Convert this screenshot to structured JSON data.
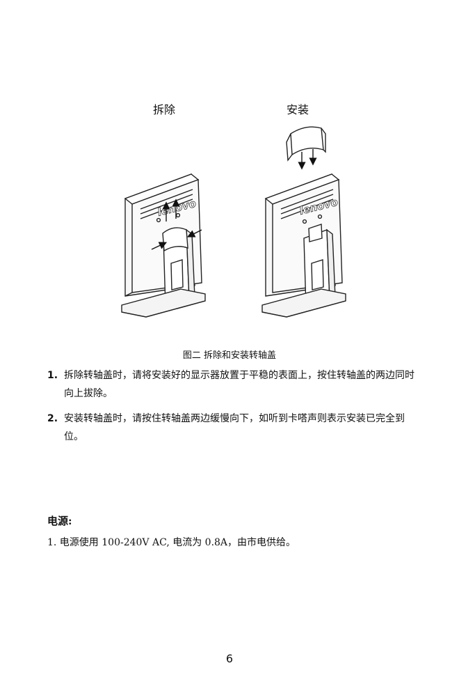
{
  "figure": {
    "label_remove": "拆除",
    "label_install": "安装",
    "brand": "lenovo",
    "caption": "图二 拆除和安装转轴盖"
  },
  "steps": [
    {
      "num": "1.",
      "text": "拆除转轴盖时，请将安装好的显示器放置于平稳的表面上，按住转轴盖的两边同时向上拔除。"
    },
    {
      "num": "2.",
      "text": "安装转轴盖时，请按住转轴盖两边缓慢向下，如听到卡嗒声则表示安装已完全到位。"
    }
  ],
  "power": {
    "heading": "电源:",
    "item": "1. 电源使用 100-240V AC, 电流为 0.8A，由市电供给。"
  },
  "page_number": "6"
}
